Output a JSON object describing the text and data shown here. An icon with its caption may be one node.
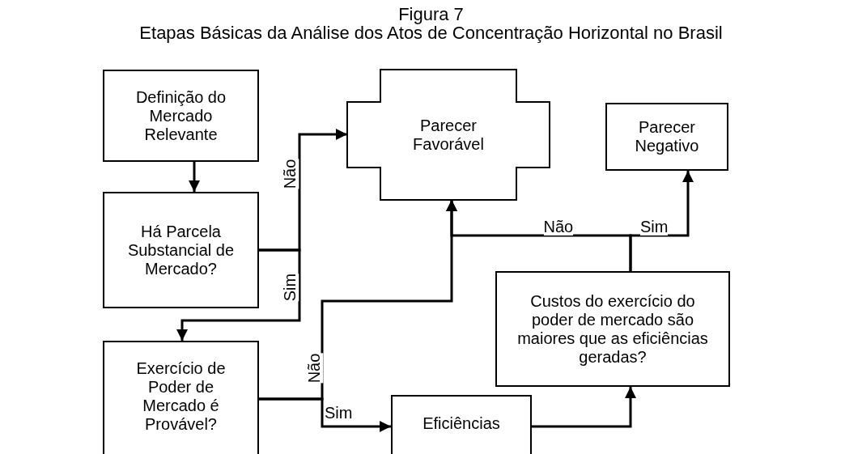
{
  "diagram": {
    "title": "Figura 7",
    "caption": "Etapas Básicas da Análise dos Atos de Concentração Horizontal no Brasil",
    "nodes": [
      {
        "text": [
          "Definição do Mercado Relevante"
        ]
      },
      {
        "text": [
          "Há Parcela Substancial de Mercado?"
        ]
      },
      {
        "text": [
          "Parecer Favorável"
        ]
      },
      {
        "text": [
          "Parecer Negativo"
        ]
      },
      {
        "text": [
          "Exercício de Poder de Mercado é Provável?"
        ]
      },
      {
        "text": [
          "Custos do exercício do poder de mercado são maiores que as eficiências geradas?"
        ]
      },
      {
        "text": [
          "Eficiências"
        ]
      }
    ],
    "edges": [
      {
        "from": 0,
        "to": 1,
        "arrow": "to"
      },
      {
        "from": 1,
        "to": 2,
        "arrow": "to",
        "label": "Não"
      },
      {
        "from": 1,
        "to": 4,
        "arrow": "to",
        "label": "Sim"
      },
      {
        "from": 4,
        "to": 2,
        "arrow": "to",
        "label": "Não"
      },
      {
        "from": 4,
        "to": 6,
        "arrow": "to",
        "label": "Sim"
      },
      {
        "from": 6,
        "to": 5,
        "arrow": "to"
      },
      {
        "from": 5,
        "to": 2,
        "arrow": "to",
        "label": "Não"
      },
      {
        "from": 5,
        "to": 3,
        "arrow": "to",
        "label": "Sim"
      }
    ]
  }
}
